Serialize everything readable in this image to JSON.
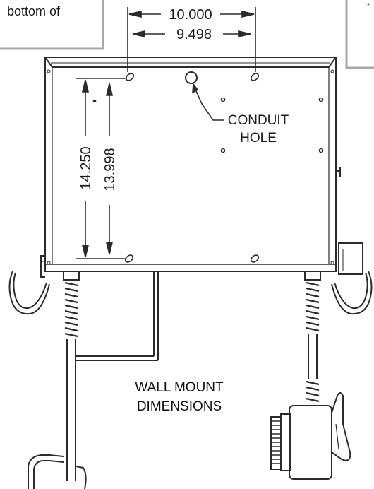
{
  "callout_left": {
    "text": "bottom of"
  },
  "dimensions": {
    "hole_spacing_outer": "10.000",
    "hole_spacing_inner": "9.498",
    "vertical_outer": "14.250",
    "vertical_inner": "13.998"
  },
  "labels": {
    "conduit_line1": "CONDUIT",
    "conduit_line2": "HOLE",
    "caption_line1": "WALL MOUNT",
    "caption_line2": "DIMENSIONS"
  },
  "colors": {
    "line": "#2b2b2b",
    "callout_border": "#a8a8a8",
    "background": "#ffffff"
  }
}
